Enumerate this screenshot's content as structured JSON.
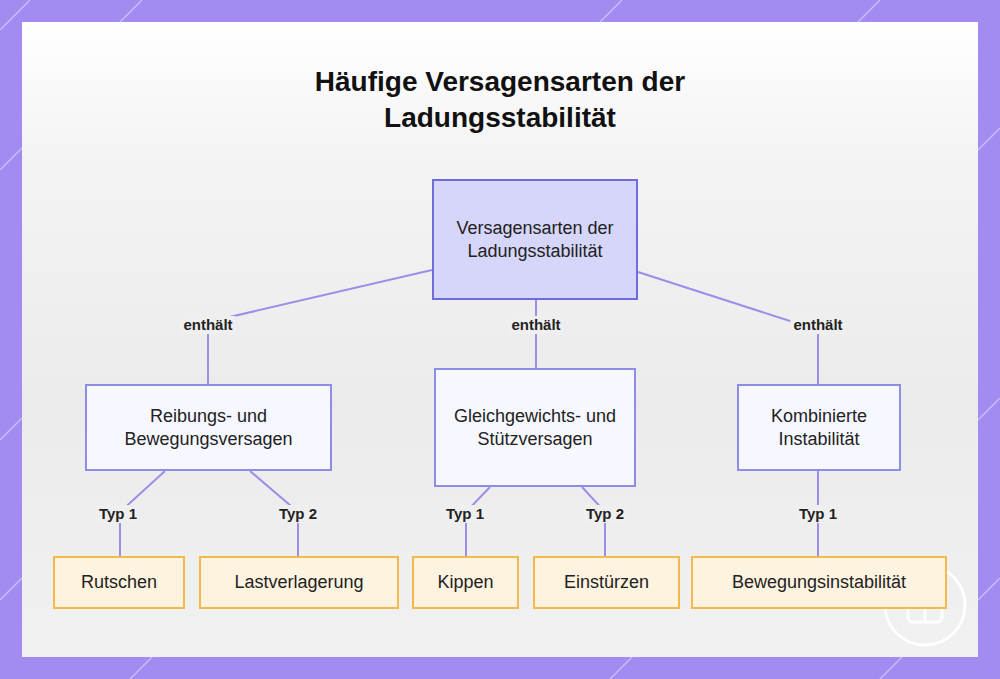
{
  "diagram": {
    "title": "Häufige Versagensarten der Ladungsstabilität",
    "nodes": [
      {
        "text": [
          "Versagensarten der Ladungsstabilität"
        ]
      },
      {
        "text": [
          "Reibungs- und Bewegungsversagen"
        ]
      },
      {
        "text": [
          "Gleichgewichts- und Stützversagen"
        ]
      },
      {
        "text": [
          "Kombinierte Instabilität"
        ]
      },
      {
        "text": [
          "Rutschen"
        ]
      },
      {
        "text": [
          "Lastverlagerung"
        ]
      },
      {
        "text": [
          "Kippen"
        ]
      },
      {
        "text": [
          "Einstürzen"
        ]
      },
      {
        "text": [
          "Bewegungsinstabilität"
        ]
      }
    ],
    "edges": [
      {
        "from": 0,
        "to": 1,
        "label": "enthält",
        "arrow": "none"
      },
      {
        "from": 0,
        "to": 2,
        "label": "enthält",
        "arrow": "none"
      },
      {
        "from": 0,
        "to": 3,
        "label": "enthält",
        "arrow": "none"
      },
      {
        "from": 1,
        "to": 4,
        "label": "Typ 1",
        "arrow": "none"
      },
      {
        "from": 1,
        "to": 5,
        "label": "Typ 2",
        "arrow": "none"
      },
      {
        "from": 2,
        "to": 6,
        "label": "Typ 1",
        "arrow": "none"
      },
      {
        "from": 2,
        "to": 7,
        "label": "Typ 2",
        "arrow": "none"
      },
      {
        "from": 3,
        "to": 8,
        "label": "Typ 1",
        "arrow": "none"
      }
    ]
  }
}
